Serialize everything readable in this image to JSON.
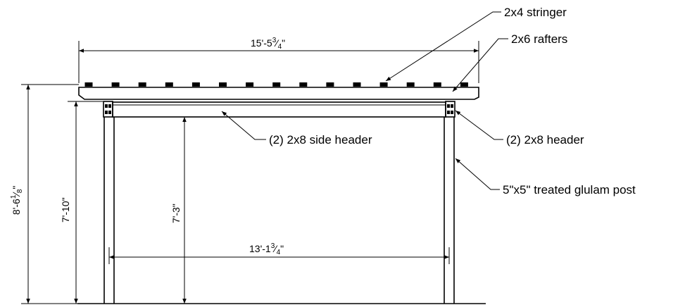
{
  "labels": {
    "stringer": "2x4 stringer",
    "rafters": "2x6 rafters",
    "side_header": "(2) 2x8 side header",
    "header": "(2) 2x8 header",
    "post": "5\"x5\" treated glulam post"
  },
  "dimensions": {
    "overall_width": {
      "whole": "15'-5",
      "num": "3",
      "den": "4",
      "tail": "\""
    },
    "overall_height": {
      "whole": "8'-6",
      "num": "1",
      "den": "8",
      "tail": "\""
    },
    "post_height": "7'-10\"",
    "clear_height": "7'-3\"",
    "span": {
      "whole": "13'-1",
      "num": "3",
      "den": "4",
      "tail": "\""
    }
  }
}
